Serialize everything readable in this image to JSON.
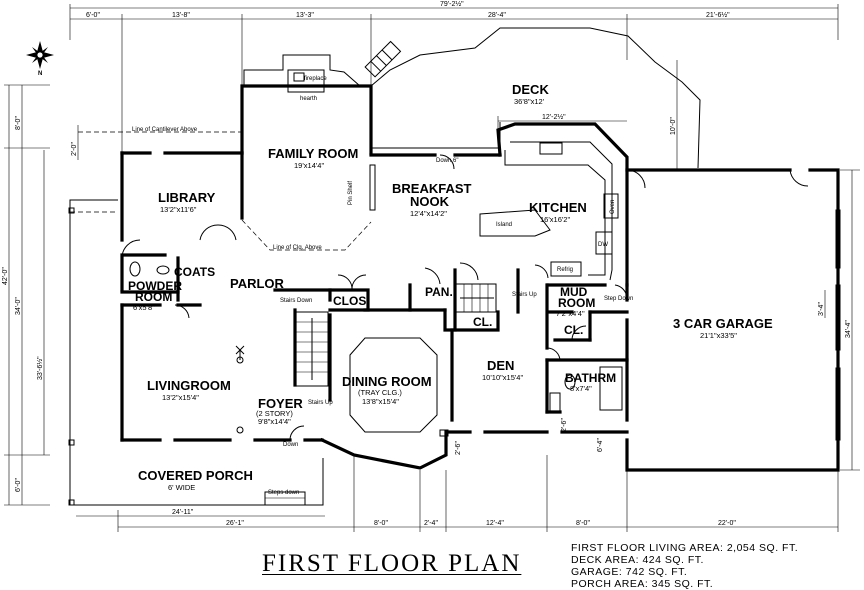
{
  "title": "FIRST FLOOR PLAN",
  "areas": [
    "FIRST FLOOR LIVING AREA: 2,054 SQ. FT.",
    "DECK AREA: 424 SQ. FT.",
    "GARAGE: 742 SQ. FT.",
    "PORCH AREA: 345 SQ. FT."
  ],
  "rooms": {
    "family_room": {
      "name": "FAMILY ROOM",
      "size": "19'x14'4\""
    },
    "library": {
      "name": "LIBRARY",
      "size": "13'2\"x11'6\""
    },
    "breakfast_nook": {
      "name1": "BREAKFAST",
      "name2": "NOOK",
      "size": "12'4\"x14'2\""
    },
    "kitchen": {
      "name": "KITCHEN",
      "size": "16'x16'2\""
    },
    "deck": {
      "name": "DECK",
      "size": "36'8\"x12'"
    },
    "garage": {
      "name": "3 CAR GARAGE",
      "size": "21'1\"x33'5\""
    },
    "parlor": {
      "name": "PARLOR"
    },
    "coats": {
      "name": "COATS"
    },
    "powder_room": {
      "name1": "POWDER",
      "name2": "ROOM",
      "size": "6'x5'8\""
    },
    "clos": {
      "name": "CLOS"
    },
    "pantry": {
      "name": "PAN."
    },
    "closet_a": {
      "name": "CL."
    },
    "closet_b": {
      "name": "CL."
    },
    "mud_room": {
      "name1": "MUD",
      "name2": "ROOM",
      "size": "7'2\"x4'4\""
    },
    "living_room": {
      "name": "LIVINGROOM",
      "size": "13'2\"x15'4\""
    },
    "foyer": {
      "name": "FOYER",
      "sub": "(2 STORY)",
      "size": "9'8\"x14'4\""
    },
    "dining_room": {
      "name": "DINING ROOM",
      "sub": "(TRAY CLG.)",
      "size": "13'8\"x15'4\""
    },
    "den": {
      "name": "DEN",
      "size": "10'10\"x15'4\""
    },
    "bathroom": {
      "name": "BATHRM",
      "size": "8'x7'4\""
    },
    "covered_porch": {
      "name": "COVERED PORCH",
      "size": "6' WIDE"
    }
  },
  "notes": {
    "fireplace": "fireplace",
    "hearth": "hearth",
    "cantilever": "Line of Cantilever Above",
    "clg_line": "Line of Clg. Above",
    "island": "Island",
    "refrig": "Refrig",
    "stairs_down": "Stairs Down",
    "stairs_up": "Stairs Up",
    "stairs_up_foyer": "Stairs Up",
    "down": "Down",
    "down_deck": "Down 6\"",
    "steps_down": "Steps down",
    "step_down": "Step Down",
    "pin_shelf": "Pin Shelf",
    "oven": "Oven",
    "dw": "DW"
  },
  "dimensions": {
    "top_overall": "79'-2½\"",
    "top": [
      "6'-0\"",
      "13'-8\"",
      "13'-3\"",
      "28'-4\"",
      "21'-6½\""
    ],
    "deck_inner": "12'-2½\"",
    "deck_right": "10'-0\"",
    "left_overall": "42'-0\"",
    "left_34": "34'-0\"",
    "left_8": "8'-0\"",
    "left_6": "6'-0\"",
    "left_inner": "33'-6½\"",
    "left_small": "2'-0\"",
    "right_34": "34'-4\"",
    "right_small": "3'-4\"",
    "bottom": [
      "26'-1\"",
      "8'-0\"",
      "2'-4\"",
      "12'-4\"",
      "8'-0\"",
      "22'-0\""
    ],
    "porch_len": "24'-11\"",
    "bay_small": "2'-6\"",
    "bay_small2": "2'-6\"",
    "den_small": "6'-4\""
  },
  "compass_label": "N"
}
